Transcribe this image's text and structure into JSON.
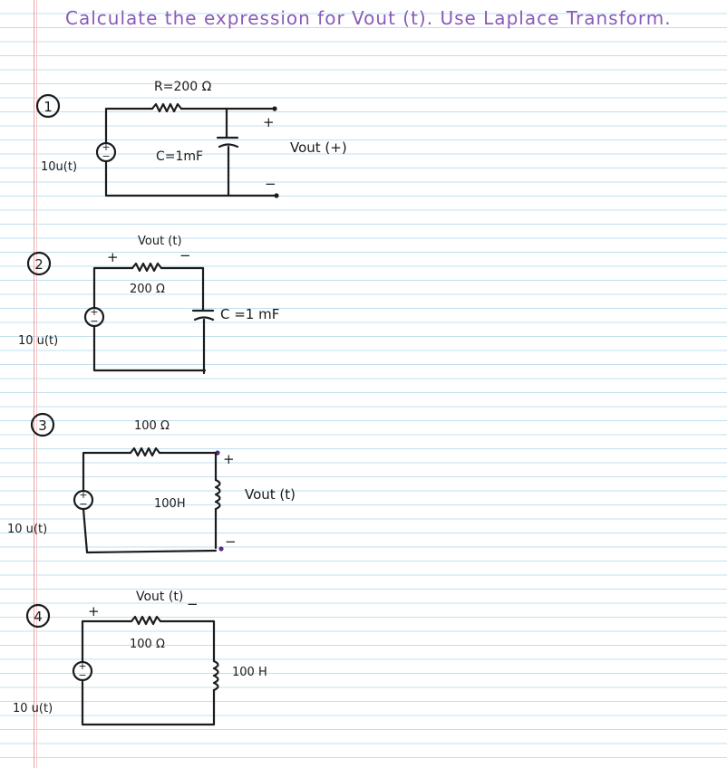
{
  "title": "Calculate the expression for Vout (t). Use Laplace Transform.",
  "problems": [
    {
      "number": "1",
      "source": "10u(t)",
      "resistor": "R=200 Ω",
      "capacitor": "C=1mF",
      "output": "Vout (+)",
      "plus": "+",
      "minus": "−"
    },
    {
      "number": "2",
      "source": "10 u(t)",
      "resistor": "200 Ω",
      "capacitor": "C =1 mF",
      "output": "Vout (t)",
      "plus": "+",
      "minus": "−"
    },
    {
      "number": "3",
      "source": "10 u(t)",
      "resistor": "100 Ω",
      "inductor": "100H",
      "output": "Vout (t)",
      "plus": "+",
      "minus": "−"
    },
    {
      "number": "4",
      "source": "10 u(t)",
      "resistor": "100 Ω",
      "inductor": "100 H",
      "output": "Vout (t)",
      "plus": "+",
      "minus": "−"
    }
  ],
  "colors": {
    "title": "#8a5bb8",
    "ink": "#1c1c1c",
    "purple_ink": "#5a2d82",
    "rule": "#bfe0ef",
    "margin": "#f1a1a1"
  }
}
